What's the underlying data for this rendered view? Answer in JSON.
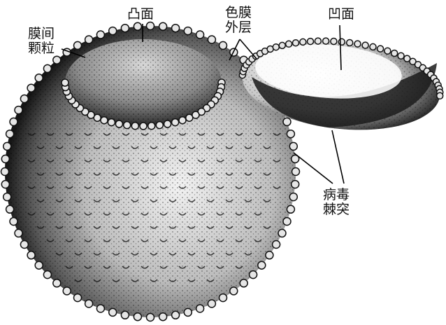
{
  "labels": {
    "convex_face": "凸面",
    "membrane_granules": [
      "膜间",
      "颗粒"
    ],
    "envelope_outer_layer": [
      "色膜",
      "外层"
    ],
    "concave_face": "凹面",
    "spikes": [
      "病毒",
      "棘突"
    ]
  }
}
